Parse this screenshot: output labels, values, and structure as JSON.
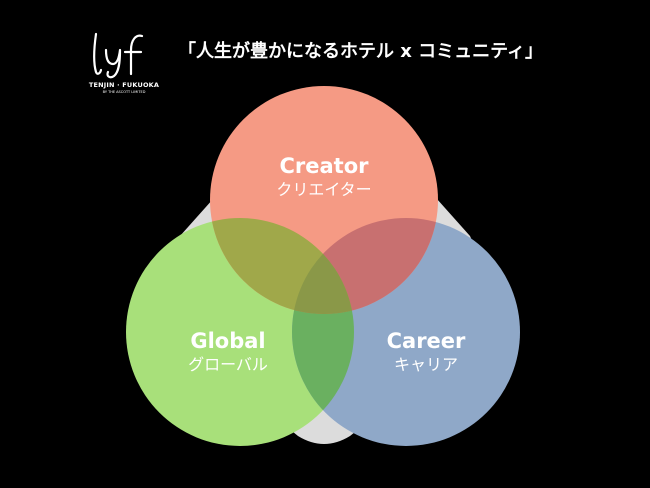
{
  "logo": {
    "wordmark": "lyf",
    "location": "TENJIN · FUKUOKA",
    "tagline": "BY THE ASCOTT LIMITED"
  },
  "title": "「人生が豊かになるホテル x コミュニティ」",
  "colors": {
    "background": "#000000",
    "creator": "#f59a84",
    "global": "#a8e07a",
    "career": "#8fa8c8",
    "creator_global_overlap": "#a0a84a",
    "creator_career_overlap": "#c87070",
    "global_career_overlap": "#6ab060",
    "backdrop_triangle": "#dcdcdc"
  },
  "circles": [
    {
      "id": "creator",
      "label_en": "Creator",
      "label_ja": "クリエイター"
    },
    {
      "id": "global",
      "label_en": "Global",
      "label_ja": "グローバル"
    },
    {
      "id": "career",
      "label_en": "Career",
      "label_ja": "キャリア"
    }
  ]
}
